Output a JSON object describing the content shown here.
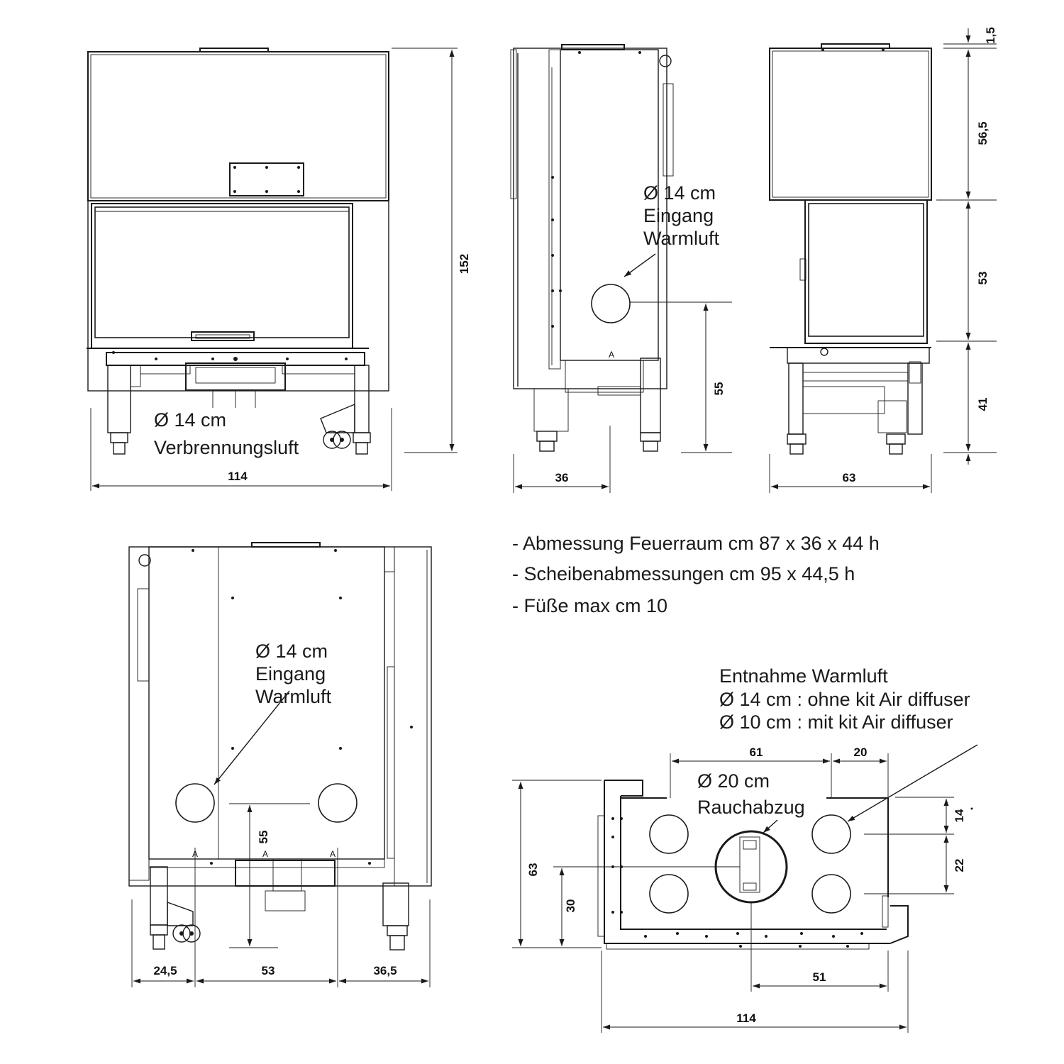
{
  "specs": [
    "- Abmessung Feuerraum cm 87 x 36 x 44 h",
    "- Scheibenabmessungen cm  95 x 44,5 h",
    "- Füße max cm 10"
  ],
  "front_view": {
    "width": "114",
    "height": "152",
    "callout": [
      "Ø 14 cm",
      "Verbrennungsluft"
    ]
  },
  "side_view": {
    "depth": "36",
    "inlet_height": "55",
    "callout": [
      "Ø 14 cm",
      "Eingang",
      "Warmluft"
    ]
  },
  "right_view": {
    "width": "63",
    "heights": [
      "1,5",
      "56,5",
      "53",
      "41"
    ]
  },
  "rear_view": {
    "callout": [
      "Ø 14 cm",
      "Eingang",
      "Warmluft"
    ],
    "inlet_height": "55",
    "bottom_dims": [
      "24,5",
      "53",
      "36,5"
    ]
  },
  "top_view": {
    "callout_outlets": [
      "Entnahme Warmluft",
      "Ø 14 cm : ohne kit Air diffuser",
      "Ø 10 cm : mit kit Air diffuser"
    ],
    "callout_flue": [
      "Ø 20 cm",
      "Rauchabzug"
    ],
    "dims": {
      "top_a": "61",
      "top_b": "20",
      "right_a": "14",
      "right_b": "22",
      "left_total": "63",
      "left_inner": "30",
      "bottom_inner": "51",
      "bottom_total": "114"
    }
  }
}
